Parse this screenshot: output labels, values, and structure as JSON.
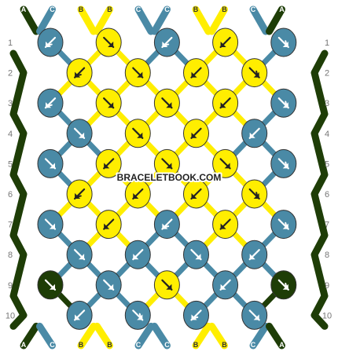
{
  "watermark": "BRACELETBOOK.COM",
  "colors": {
    "A": "#1e3d07",
    "B": "#ffee00",
    "C": "#4a8aa6"
  },
  "top_strands": [
    "A",
    "C",
    "B",
    "B",
    "C",
    "C",
    "B",
    "B",
    "C",
    "A"
  ],
  "bottom_strands": [
    "A",
    "C",
    "B",
    "B",
    "C",
    "C",
    "B",
    "B",
    "C",
    "A"
  ],
  "row_labels": [
    "1",
    "2",
    "3",
    "4",
    "5",
    "6",
    "7",
    "8",
    "9",
    "10"
  ],
  "knot_rows": [
    {
      "row": 1,
      "knots": [
        {
          "color": "C",
          "dir": "bb"
        },
        {
          "color": "B",
          "dir": "f"
        },
        {
          "color": "C",
          "dir": "bb"
        },
        {
          "color": "B",
          "dir": "b"
        },
        {
          "color": "C",
          "dir": "ff"
        }
      ]
    },
    {
      "row": 2,
      "knots": [
        {
          "color": "B",
          "dir": "bb"
        },
        {
          "color": "B",
          "dir": "f"
        },
        {
          "color": "B",
          "dir": "b"
        },
        {
          "color": "B",
          "dir": "ff"
        }
      ]
    },
    {
      "row": 3,
      "knots": [
        {
          "color": "C",
          "dir": "bb"
        },
        {
          "color": "B",
          "dir": "f"
        },
        {
          "color": "B",
          "dir": "f"
        },
        {
          "color": "B",
          "dir": "b"
        },
        {
          "color": "C",
          "dir": "ff"
        }
      ]
    },
    {
      "row": 4,
      "knots": [
        {
          "color": "C",
          "dir": "f"
        },
        {
          "color": "B",
          "dir": "f"
        },
        {
          "color": "B",
          "dir": "b"
        },
        {
          "color": "C",
          "dir": "b"
        }
      ]
    },
    {
      "row": 5,
      "knots": [
        {
          "color": "C",
          "dir": "f"
        },
        {
          "color": "B",
          "dir": "b"
        },
        {
          "color": "B",
          "dir": "f"
        },
        {
          "color": "B",
          "dir": "f"
        },
        {
          "color": "C",
          "dir": "ff"
        }
      ]
    },
    {
      "row": 6,
      "knots": [
        {
          "color": "B",
          "dir": "bb"
        },
        {
          "color": "B",
          "dir": "b"
        },
        {
          "color": "B",
          "dir": "b"
        },
        {
          "color": "B",
          "dir": "ff"
        }
      ]
    },
    {
      "row": 7,
      "knots": [
        {
          "color": "C",
          "dir": "f"
        },
        {
          "color": "B",
          "dir": "b"
        },
        {
          "color": "C",
          "dir": "bb"
        },
        {
          "color": "B",
          "dir": "b"
        },
        {
          "color": "C",
          "dir": "ff"
        }
      ]
    },
    {
      "row": 8,
      "knots": [
        {
          "color": "C",
          "dir": "f"
        },
        {
          "color": "C",
          "dir": "b"
        },
        {
          "color": "C",
          "dir": "f"
        },
        {
          "color": "C",
          "dir": "b"
        }
      ]
    },
    {
      "row": 9,
      "knots": [
        {
          "color": "A",
          "dir": "f"
        },
        {
          "color": "C",
          "dir": "f"
        },
        {
          "color": "B",
          "dir": "f"
        },
        {
          "color": "C",
          "dir": "b"
        },
        {
          "color": "A",
          "dir": "ff"
        }
      ]
    },
    {
      "row": 10,
      "knots": [
        {
          "color": "C",
          "dir": "b"
        },
        {
          "color": "C",
          "dir": "ff"
        },
        {
          "color": "C",
          "dir": "bb"
        },
        {
          "color": "C",
          "dir": "f"
        }
      ]
    }
  ]
}
